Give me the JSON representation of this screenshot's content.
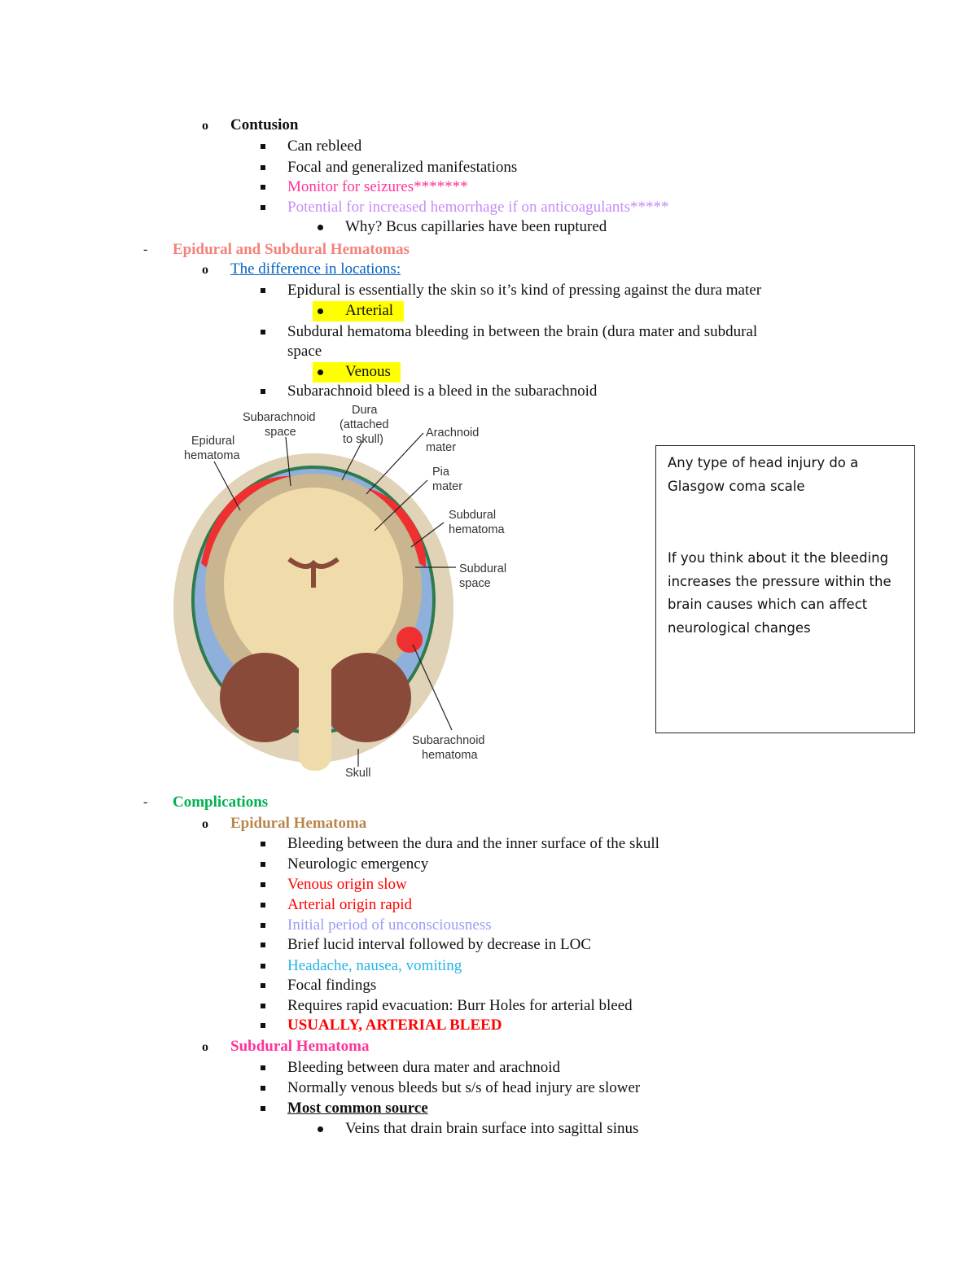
{
  "contusion": {
    "heading": "Contusion",
    "items": [
      "Can rebleed",
      "Focal and generalized manifestations",
      "Monitor for seizures*******",
      "Potential for increased hemorrhage if on anticoagulants*****"
    ],
    "sub": "Why? Bcus capillaries have been ruptured"
  },
  "hematomas": {
    "heading": "Epidural and Subdural Hematomas",
    "link": "The difference in locations: ",
    "epidural": "Epidural is essentially the skin so it’s kind of pressing against the dura mater",
    "arterial": "Arterial",
    "subdural_1": "Subdural hematoma bleeding in between the brain (dura mater and subdural",
    "subdural_2": "space",
    "venous": "Venous",
    "subarachnoid": "Subarachnoid bleed is a bleed in the subarachnoid"
  },
  "figure": {
    "labels": {
      "subarachnoid_space": [
        "Subarachnoid",
        "space"
      ],
      "dura": [
        "Dura",
        "(attached",
        "to skull)"
      ],
      "epidural_hematoma": [
        "Epidural",
        "hematoma"
      ],
      "arachnoid_mater": [
        "Arachnoid",
        "mater"
      ],
      "pia_mater": [
        "Pia",
        "mater"
      ],
      "subdural_hematoma": [
        "Subdural",
        "hematoma"
      ],
      "subdural_space": [
        "Subdural",
        "space"
      ],
      "subarachnoid_hematoma": [
        "Subarachnoid",
        "hematoma"
      ],
      "skull": "Skull"
    }
  },
  "note_box": {
    "para1": "Any type of head injury do a Glasgow coma scale",
    "para2": "If you think about it the bleeding increases the pressure within the brain causes which can affect neurological changes"
  },
  "complications": {
    "heading": "Complications",
    "epidural": {
      "heading": "Epidural Hematoma",
      "items": [
        "Bleeding between the dura and the inner surface of the skull",
        "Neurologic emergency",
        "Venous origin slow",
        "Arterial origin rapid",
        "Initial period of unconsciousness",
        "Brief lucid interval followed by decrease in LOC",
        "Headache, nausea, vomiting",
        "Focal findings",
        "Requires rapid evacuation:  Burr Holes for arterial bleed",
        "USUALLY, ARTERIAL BLEED"
      ]
    },
    "subdural": {
      "heading": "Subdural Hematoma",
      "items": [
        "Bleeding between dura mater and arachnoid",
        "Normally venous bleeds but s/s of head injury are slower",
        "Most common source "
      ],
      "sub": "Veins that drain brain surface into sagittal sinus"
    }
  },
  "colors": {
    "pink": "#ff3399",
    "lavender": "#c58cf7",
    "salmon": "#f4817a",
    "link": "#0563c1",
    "green": "#00b050",
    "brown": "#b8864b",
    "red": "#ff0000",
    "periwinkle": "#9a9cf5",
    "cyan": "#25b3e6"
  }
}
